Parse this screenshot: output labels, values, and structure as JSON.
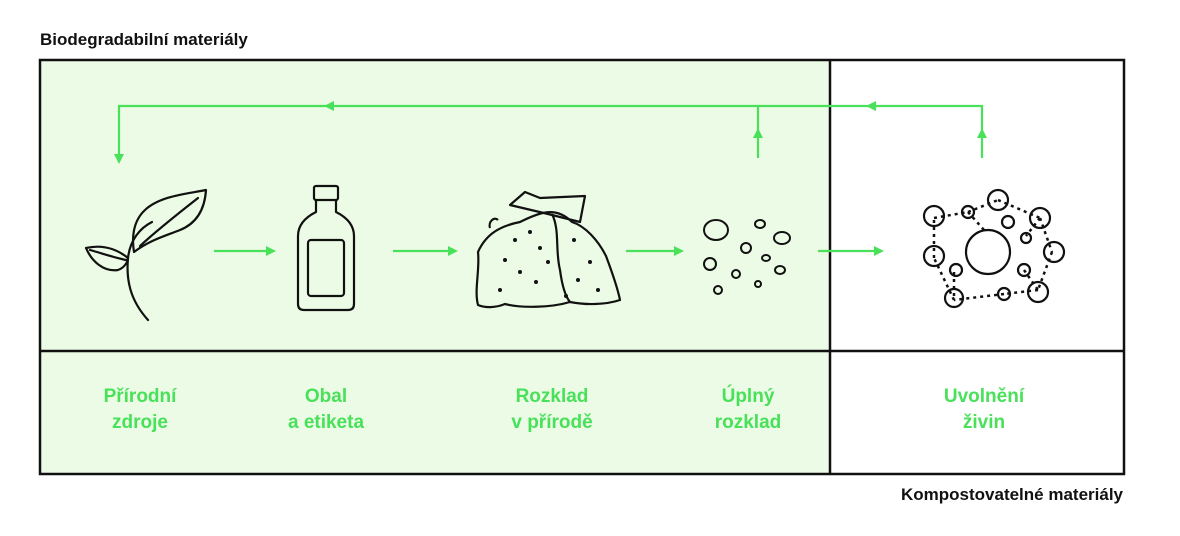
{
  "titles": {
    "top": "Biodegradabilní materiály",
    "bottom": "Kompostovatelné materiály"
  },
  "colors": {
    "accent": "#49e05a",
    "biodegradable_fill": "#ecfbe5",
    "line": "#111111"
  },
  "stages": [
    {
      "line1": "Přírodní",
      "line2": "zdroje",
      "icon": "sprout-icon"
    },
    {
      "line1": "Obal",
      "line2": "a etiketa",
      "icon": "bottle-icon"
    },
    {
      "line1": "Rozklad",
      "line2": "v přírodě",
      "icon": "decomposition-pile-icon"
    },
    {
      "line1": "Úplný",
      "line2": "rozklad",
      "icon": "particles-icon"
    },
    {
      "line1": "Uvolnění",
      "line2": "živin",
      "icon": "nutrient-molecules-icon"
    }
  ]
}
